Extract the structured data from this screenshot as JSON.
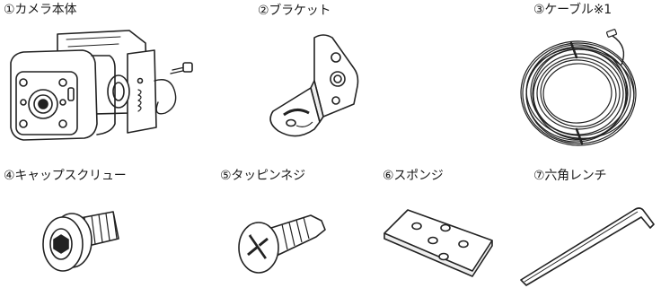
{
  "parts": [
    {
      "label": "①カメラ本体",
      "icon": "camera-body-icon"
    },
    {
      "label": "②ブラケット",
      "icon": "bracket-icon"
    },
    {
      "label": "③ケーブル※1",
      "icon": "cable-coil-icon"
    },
    {
      "label": "④キャップスクリュー",
      "icon": "cap-screw-icon"
    },
    {
      "label": "⑤タッピンネジ",
      "icon": "tapping-screw-icon"
    },
    {
      "label": "⑥スポンジ",
      "icon": "sponge-pad-icon"
    },
    {
      "label": "⑦六角レンチ",
      "icon": "hex-wrench-icon"
    }
  ]
}
